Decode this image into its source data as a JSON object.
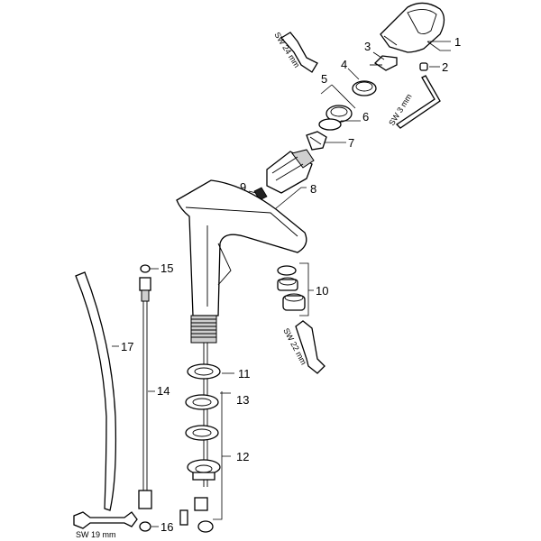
{
  "callouts": {
    "c1": "1",
    "c2": "2",
    "c3": "3",
    "c4": "4",
    "c5": "5",
    "c6": "6",
    "c7": "7",
    "c8": "8",
    "c9": "9",
    "c10": "10",
    "c11": "11",
    "c12": "12",
    "c13": "13",
    "c14": "14",
    "c15": "15",
    "c16": "16",
    "c17": "17"
  },
  "tools": {
    "sw24": "SW 24 mm",
    "sw3": "SW 3 mm",
    "sw22": "SW 22 mm",
    "sw19": "SW 19 mm"
  }
}
